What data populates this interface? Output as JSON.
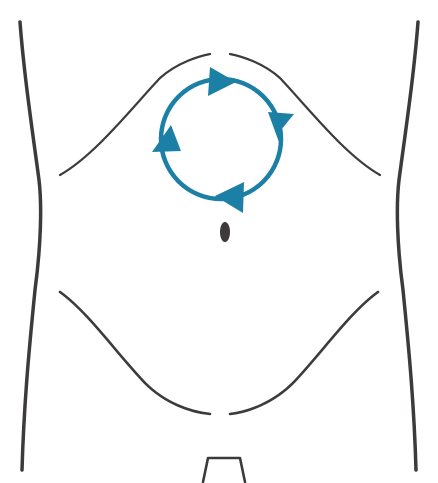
{
  "diagram": {
    "subject": "abdomen-front-outline",
    "icons": [
      "torso-outline-icon",
      "navel-icon",
      "circular-arrows-icon"
    ],
    "colors": {
      "background": "#ffffff",
      "outline": "#3d3a3b",
      "arrow": "#1c7fa6"
    },
    "motion": {
      "direction": "clockwise",
      "arrowhead_count": 4
    }
  }
}
